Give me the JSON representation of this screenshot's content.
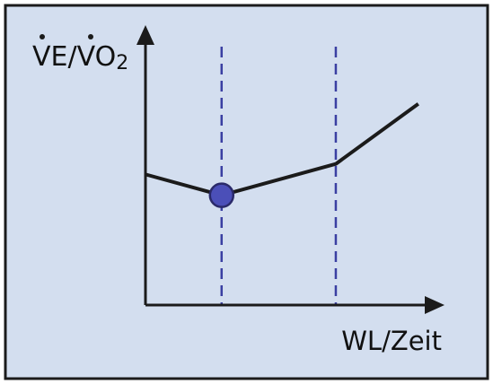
{
  "chart_data": {
    "type": "line",
    "ylabel": "VE/VO",
    "ylabel_subscript": "2",
    "xlabel": "WL/Zeit",
    "x": [
      0,
      1.2,
      3,
      4.3
    ],
    "series": [
      {
        "values": [
          5.0,
          4.2,
          5.4,
          7.7
        ]
      }
    ],
    "xlim": [
      0,
      4.6
    ],
    "ylim": [
      0,
      10.3
    ],
    "threshold_lines_x": [
      1.2,
      3
    ],
    "marker_point": {
      "x": 1.2,
      "y": 4.2
    },
    "grid": false,
    "ticks": false
  },
  "colors": {
    "background": "#d3deef",
    "border": "#1b1b1b",
    "line": "#1b1b1b",
    "threshold": "#3a3fa2",
    "marker_fill": "#4b4fb8",
    "marker_stroke": "#2a2a6a"
  }
}
